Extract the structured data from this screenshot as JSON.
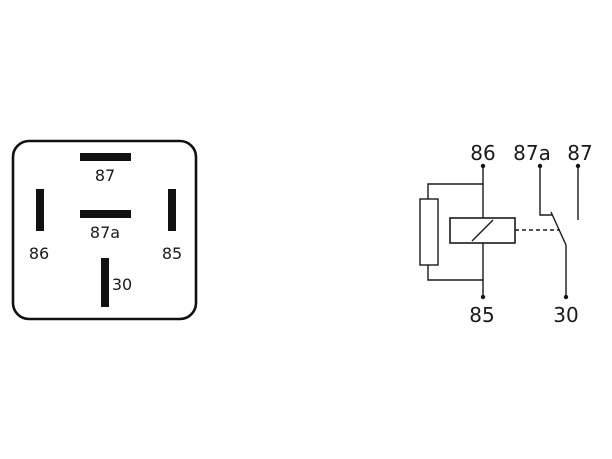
{
  "relay_face": {
    "pins": {
      "pin87": "87",
      "pin87a": "87a",
      "pin86": "86",
      "pin85": "85",
      "pin30": "30"
    }
  },
  "schematic": {
    "labels": {
      "t86": "86",
      "t87a": "87a",
      "t87": "87",
      "t85": "85",
      "t30": "30"
    }
  }
}
